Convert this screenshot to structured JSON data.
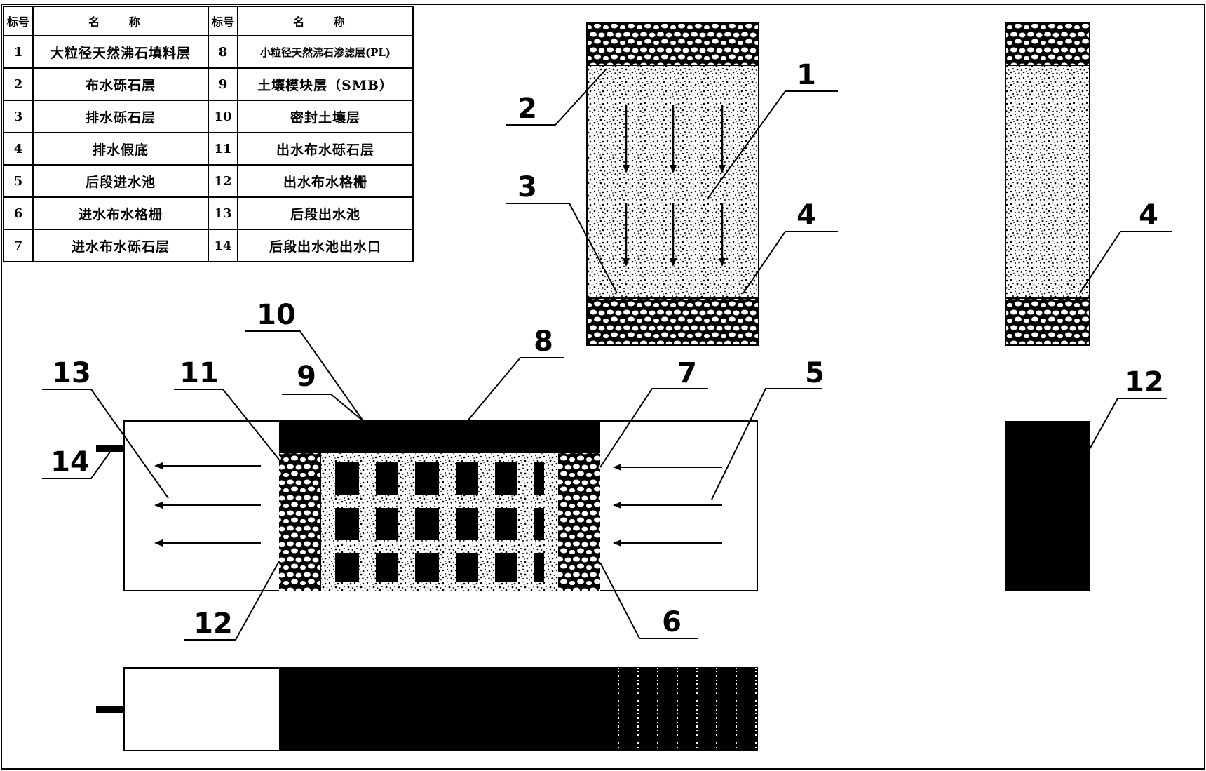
{
  "legend": {
    "header": {
      "num": "标号",
      "name": "名  称"
    },
    "rows": [
      {
        "num1": "1",
        "name1": "大粒径天然沸石填料层",
        "num2": "8",
        "name2": "小粒径天然沸石渗滤层(PL)"
      },
      {
        "num1": "2",
        "name1": "布水砾石层",
        "num2": "9",
        "name2": "土壤模块层（SMB）"
      },
      {
        "num1": "3",
        "name1": "排水砾石层",
        "num2": "10",
        "name2": "密封土壤层"
      },
      {
        "num1": "4",
        "name1": "排水假底",
        "num2": "11",
        "name2": "出水布水砾石层"
      },
      {
        "num1": "5",
        "name1": "后段进水池",
        "num2": "12",
        "name2": "出水布水格栅"
      },
      {
        "num1": "6",
        "name1": "进水布水格栅",
        "num2": "13",
        "name2": "后段出水池"
      },
      {
        "num1": "7",
        "name1": "进水布水砾石层",
        "num2": "14",
        "name2": "后段出水池出水口"
      }
    ]
  },
  "callouts": {
    "c1": "1",
    "c2": "2",
    "c3": "3",
    "c4a": "4",
    "c4b": "4",
    "c5": "5",
    "c6": "6",
    "c7": "7",
    "c8": "8",
    "c9": "9",
    "c10": "10",
    "c11": "11",
    "c12a": "12",
    "c12b": "12",
    "c13": "13",
    "c14": "14"
  }
}
